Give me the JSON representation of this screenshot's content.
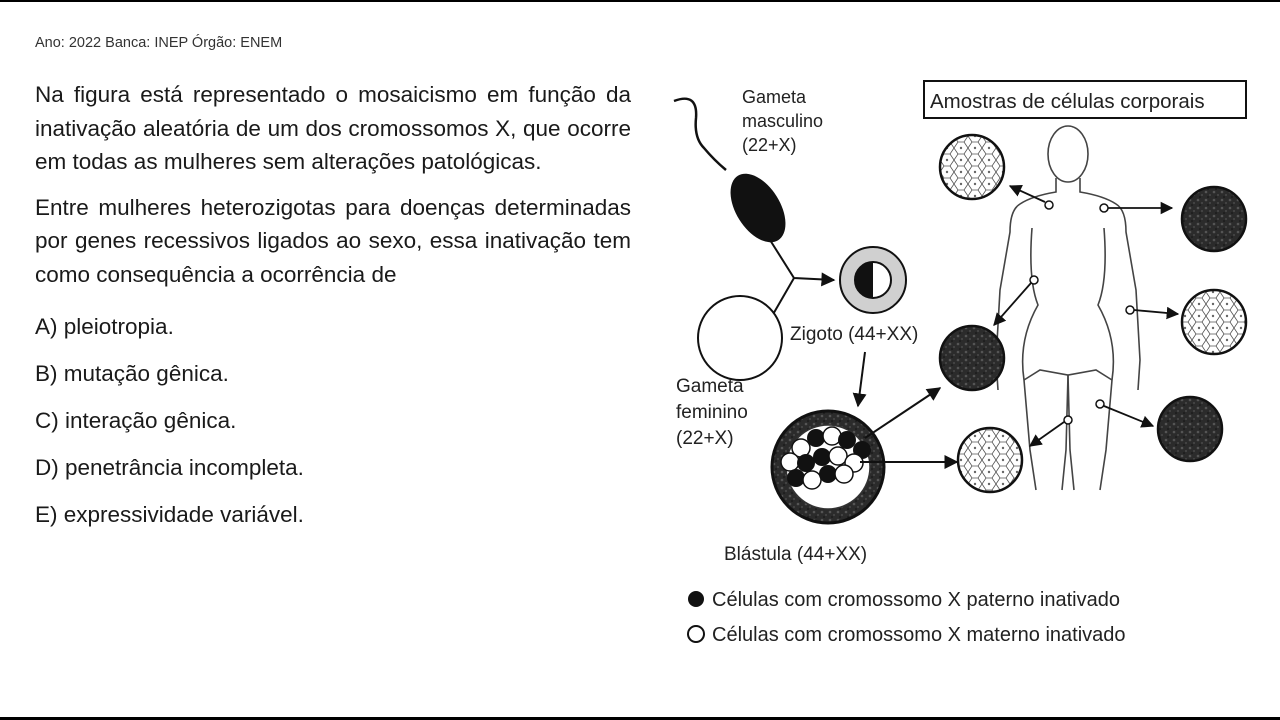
{
  "header": {
    "meta": "Ano: 2022 Banca: INEP Órgão: ENEM"
  },
  "question": {
    "paragraphs": [
      "Na figura está representado o mosaicismo em função da inativação aleatória de um dos cromossomos X, que ocorre em todas as mulheres sem alterações patológicas.",
      "Entre mulheres heterozigotas para doenças determinadas por genes recessivos ligados ao sexo, essa inativação tem como consequência a ocorrência de"
    ],
    "options": [
      "A) pleiotropia.",
      "B) mutação gênica.",
      "C) interação gênica.",
      "D) penetrância incompleta.",
      "E) expressividade variável."
    ]
  },
  "figure": {
    "male_gamete": [
      "Gameta",
      "masculino",
      "(22+X)"
    ],
    "female_gamete": [
      "Gameta",
      "feminino",
      "(22+X)"
    ],
    "zygote": "Zigoto (44+XX)",
    "blastula": "Blástula (44+XX)",
    "samples_title": "Amostras de células corporais",
    "legend": {
      "paternal": "Células com cromossomo X paterno inativado",
      "maternal": "Células com cromossomo X materno inativado"
    }
  }
}
